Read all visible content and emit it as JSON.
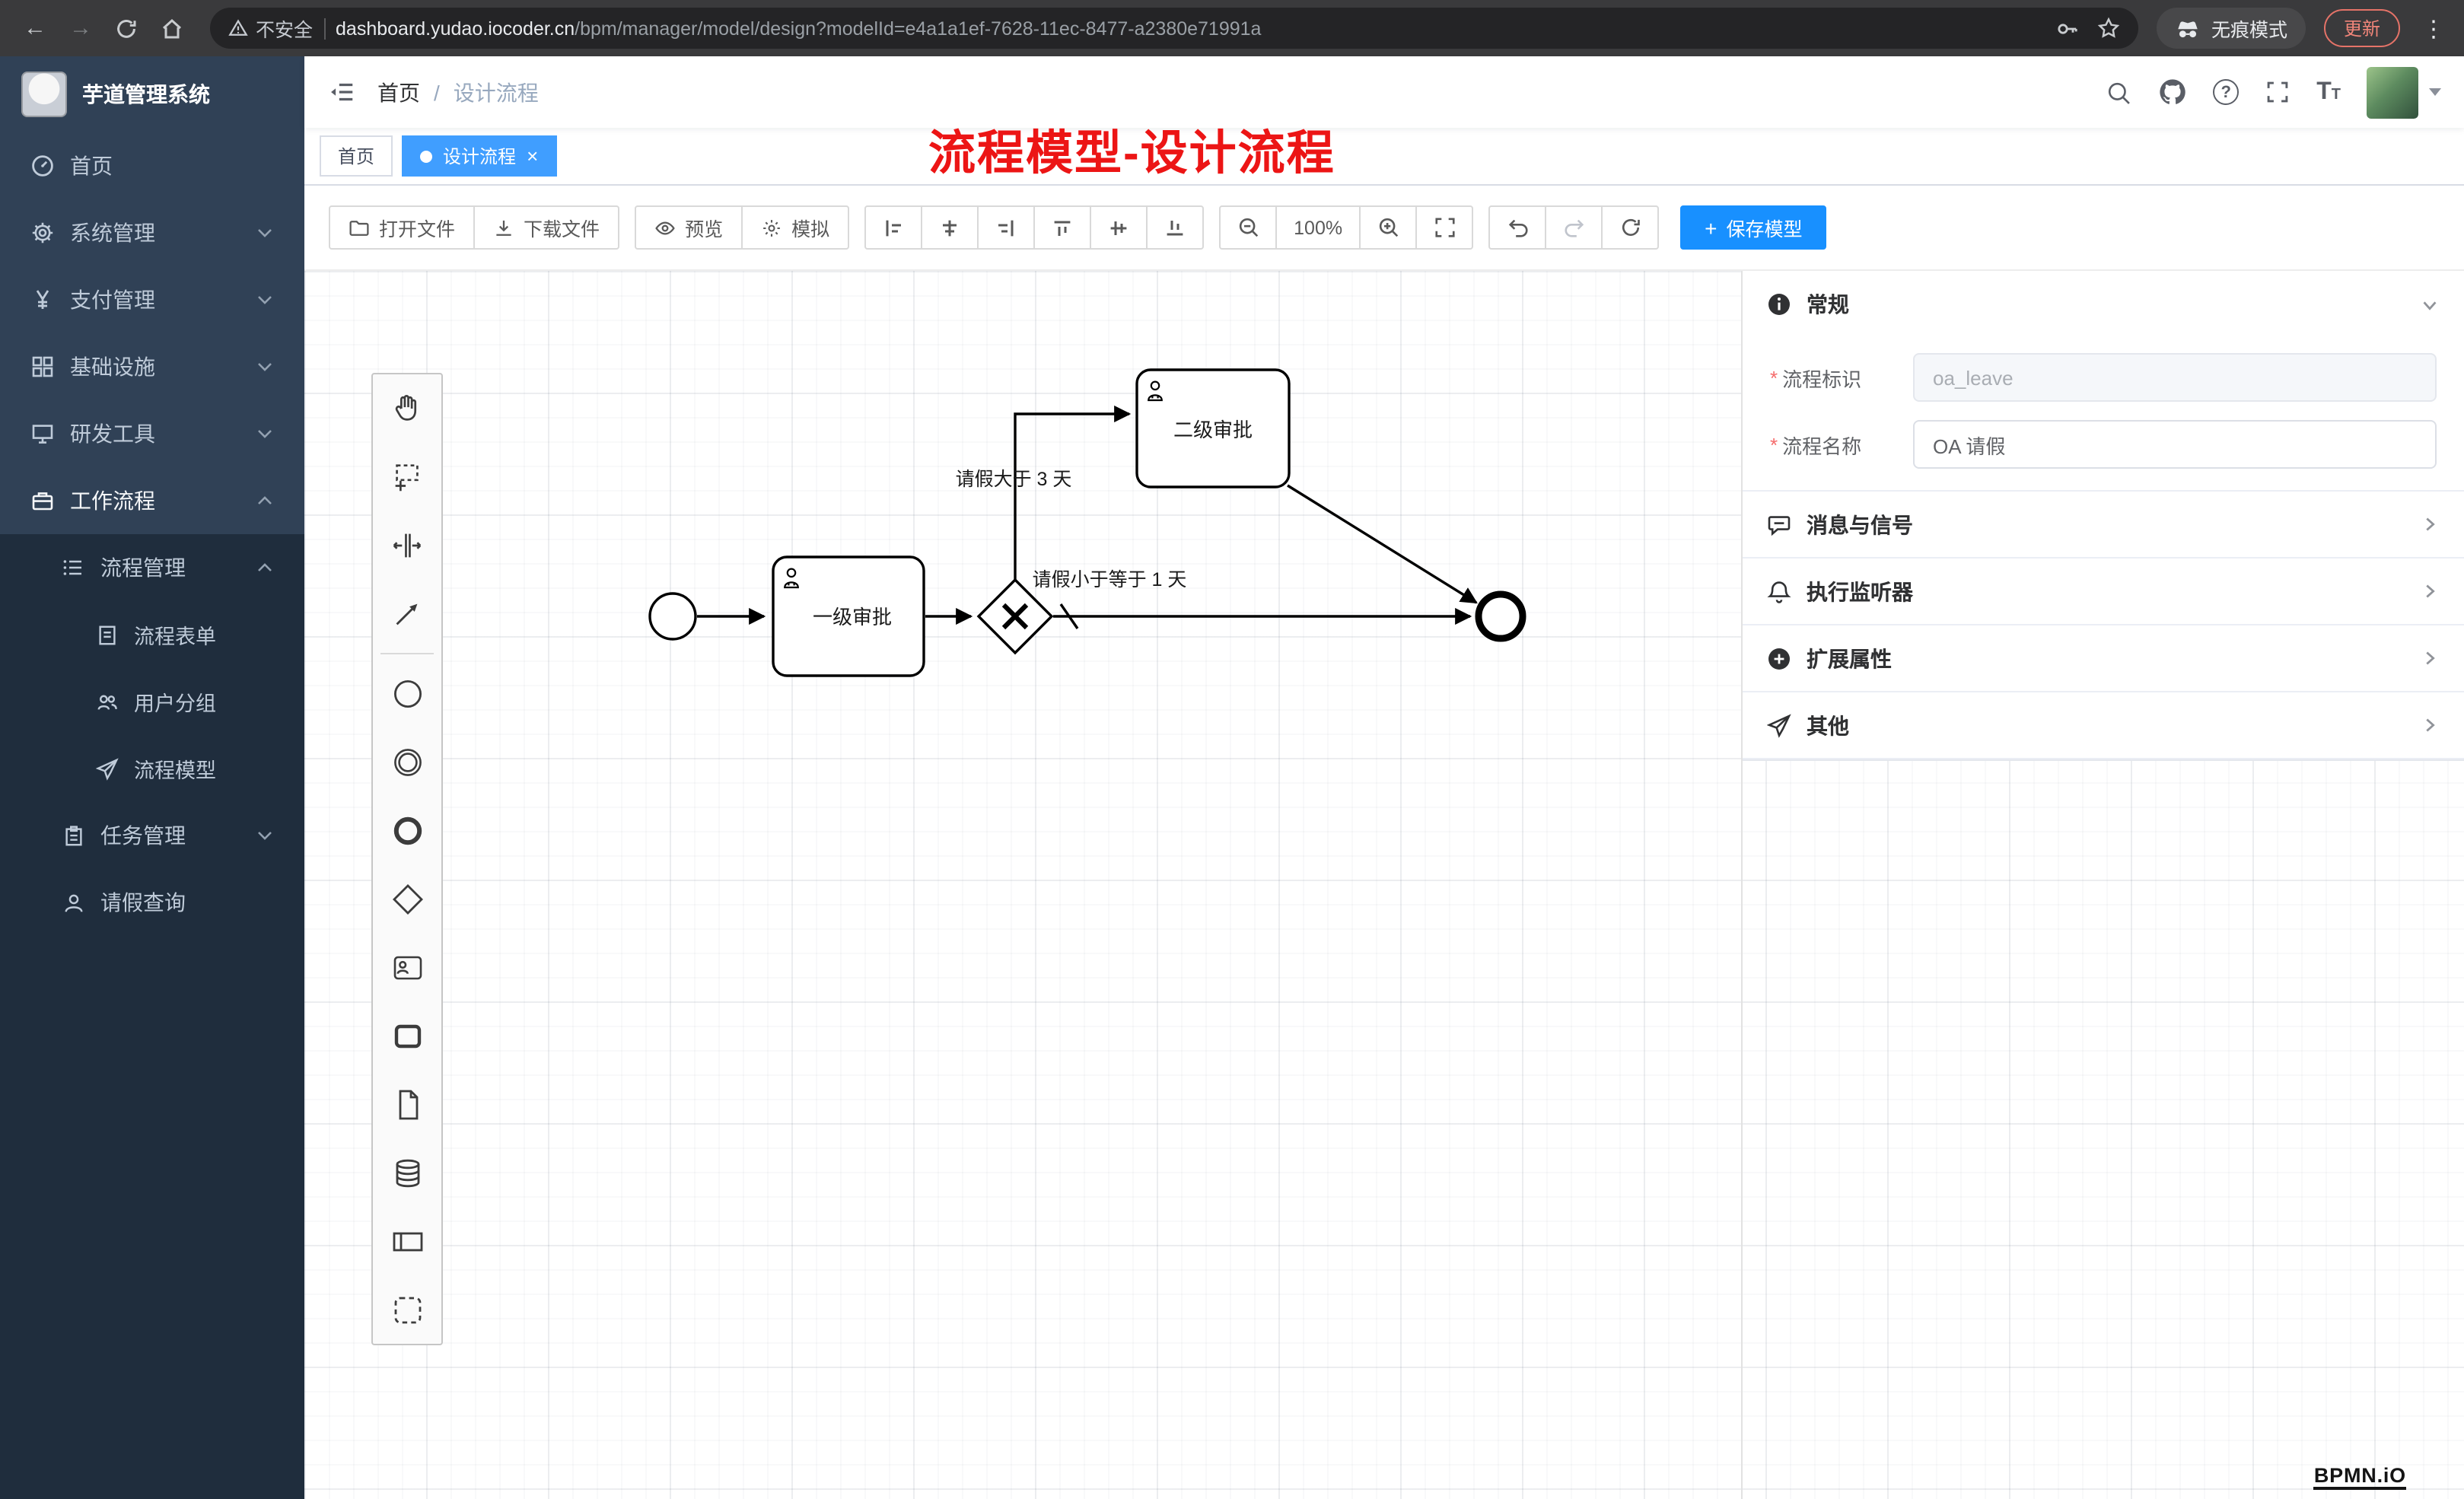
{
  "browser": {
    "security_label": "不安全",
    "url_domain": "dashboard.yudao.iocoder.cn",
    "url_path": "/bpm/manager/model/design?modelId=e4a1a1ef-7628-11ec-8477-a2380e71991a",
    "incognito_label": "无痕模式",
    "update_label": "更新"
  },
  "icons": {
    "back": "←",
    "forward": "→",
    "menu_dots": "⋮",
    "question": "?",
    "font_large": "T",
    "font_small": "T",
    "plus": "+",
    "close": "×",
    "slash": "/"
  },
  "sidebar": {
    "app_title": "芋道管理系统",
    "items": [
      {
        "label": "首页"
      },
      {
        "label": "系统管理"
      },
      {
        "label": "支付管理"
      },
      {
        "label": "基础设施"
      },
      {
        "label": "研发工具"
      },
      {
        "label": "工作流程"
      }
    ],
    "submenu": {
      "process_group": "流程管理",
      "children": [
        {
          "label": "流程表单"
        },
        {
          "label": "用户分组"
        },
        {
          "label": "流程模型"
        }
      ],
      "task_group": "任务管理",
      "leave_query": "请假查询"
    }
  },
  "header": {
    "breadcrumb_home": "首页",
    "breadcrumb_current": "设计流程",
    "annotation": "流程模型-设计流程"
  },
  "tabs": [
    {
      "label": "首页"
    },
    {
      "label": "设计流程"
    }
  ],
  "toolbar": {
    "open_file": "打开文件",
    "download_file": "下载文件",
    "preview": "预览",
    "simulate": "模拟",
    "zoom_level": "100%",
    "save_model": "保存模型"
  },
  "diagram": {
    "task_level1": "一级审批",
    "task_level2": "二级审批",
    "branch_over_3_days": "请假大于 3 天",
    "branch_lte_1_day": "请假小于等于 1 天"
  },
  "properties": {
    "section_general": "常规",
    "section_message": "消息与信号",
    "section_listener": "执行监听器",
    "section_extension": "扩展属性",
    "section_other": "其他",
    "field_process_key": {
      "label": "流程标识",
      "value": "oa_leave"
    },
    "field_process_name": {
      "label": "流程名称",
      "value": "OA 请假"
    }
  },
  "watermark": "BPMN.iO",
  "colors": {
    "accent_blue": "#409eff",
    "primary_save": "#1890ff",
    "annotation_red": "#ec1515",
    "sidebar_bg": "#304156",
    "submenu_bg": "#1f2d3d"
  }
}
